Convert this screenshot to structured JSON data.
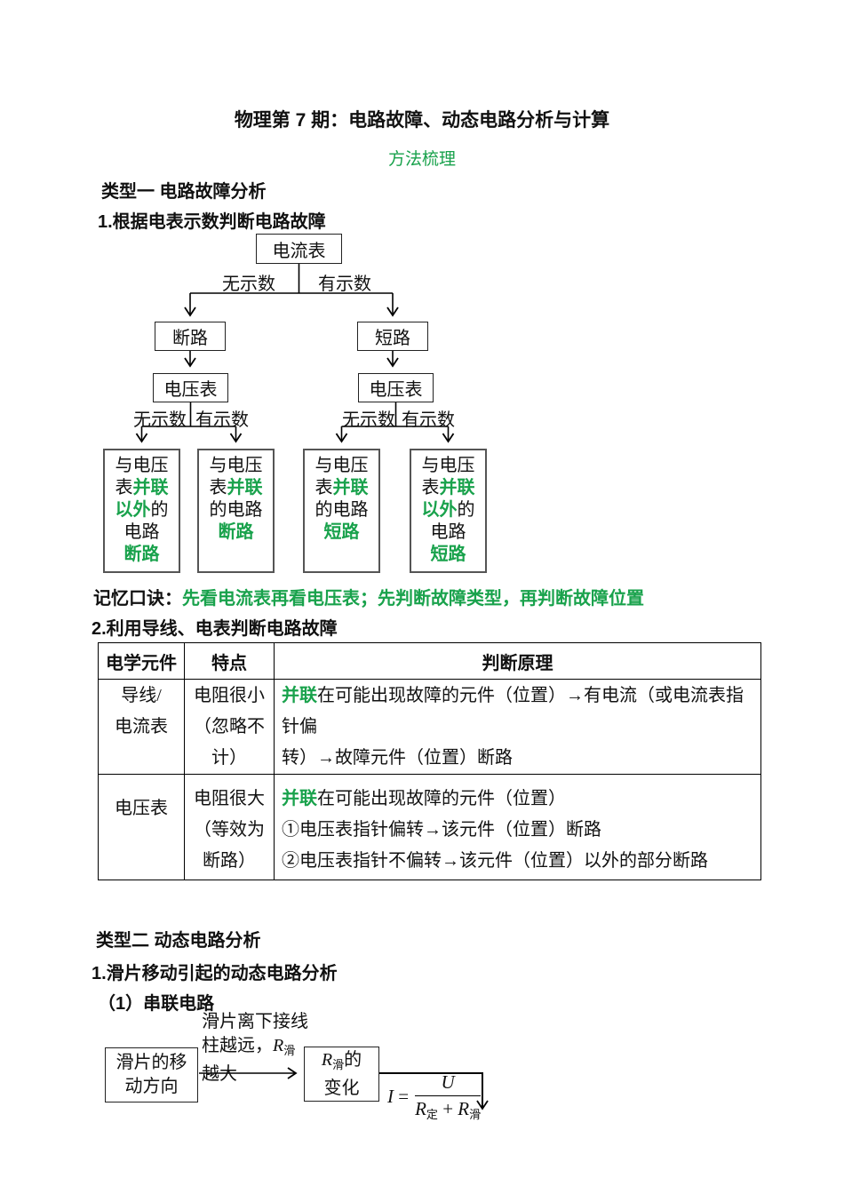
{
  "colors": {
    "accent_green": "#19a24c"
  },
  "header": {
    "title": "物理第 7 期：电路故障、动态电路分析与计算",
    "subtitle": "方法梳理"
  },
  "sections": {
    "type1_heading": "类型一 电路故障分析",
    "type1_sub1": "1.根据电表示数判断电路故障",
    "mnemonic_label": "记忆口诀：",
    "mnemonic_text": "先看电流表再看电压表；先判断故障类型，再判断故障位置",
    "type1_sub2": "2.利用导线、电表判断电路故障",
    "type2_heading": "类型二 动态电路分析",
    "type2_sub1": "1.滑片移动引起的动态电路分析",
    "type2_sub1a": "（1）串联电路"
  },
  "flowchart1": {
    "ammeter": "电流表",
    "no_reading": "无示数",
    "has_reading": "有示数",
    "open_circuit": "断路",
    "short_circuit": "短路",
    "voltmeter": "电压表",
    "result1": [
      [
        {
          "t": "与电压"
        }
      ],
      [
        {
          "t": "表"
        },
        {
          "t": "并联",
          "g": true
        }
      ],
      [
        {
          "t": "以外",
          "g": true
        },
        {
          "t": "的"
        }
      ],
      [
        {
          "t": "电路"
        }
      ],
      [
        {
          "t": "断路",
          "g": true
        }
      ]
    ],
    "result2": [
      [
        {
          "t": "与电压"
        }
      ],
      [
        {
          "t": "表"
        },
        {
          "t": "并联",
          "g": true
        }
      ],
      [
        {
          "t": "的电路"
        }
      ],
      [
        {
          "t": "断路",
          "g": true
        }
      ]
    ],
    "result3": [
      [
        {
          "t": "与电压"
        }
      ],
      [
        {
          "t": "表"
        },
        {
          "t": "并联",
          "g": true
        }
      ],
      [
        {
          "t": "的电路"
        }
      ],
      [
        {
          "t": "短路",
          "g": true
        }
      ]
    ],
    "result4": [
      [
        {
          "t": "与电压"
        }
      ],
      [
        {
          "t": "表"
        },
        {
          "t": "并联",
          "g": true
        }
      ],
      [
        {
          "t": "以外",
          "g": true
        },
        {
          "t": "的"
        }
      ],
      [
        {
          "t": "电路"
        }
      ],
      [
        {
          "t": "短路",
          "g": true
        }
      ]
    ]
  },
  "table": {
    "headers": [
      "电学元件",
      "特点",
      "判断原理"
    ],
    "rows": [
      {
        "component": [
          [
            {
              "t": "导线/"
            }
          ],
          [
            {
              "t": "电流表"
            }
          ]
        ],
        "feature": [
          [
            {
              "t": "电阻很小"
            }
          ],
          [
            {
              "t": "（忽略不"
            }
          ],
          [
            {
              "t": "计）"
            }
          ]
        ],
        "principle": [
          [
            {
              "t": "并联",
              "g": true
            },
            {
              "t": "在可能出现故障的元件（位置）→有电流（或电流表指针偏"
            }
          ],
          [
            {
              "t": "转）→故障元件（位置）断路"
            }
          ]
        ]
      },
      {
        "component": [
          [
            {
              "t": "电压表"
            }
          ]
        ],
        "feature": [
          [
            {
              "t": "电阻很大"
            }
          ],
          [
            {
              "t": "（等效为"
            }
          ],
          [
            {
              "t": "断路）"
            }
          ]
        ],
        "principle": [
          [
            {
              "t": "并联",
              "g": true
            },
            {
              "t": "在可能出现故障的元件（位置）"
            }
          ],
          [
            {
              "t": "①电压表指针偏转→该元件（位置）断路"
            }
          ],
          [
            {
              "t": "②电压表指针不偏转→该元件（位置）以外的部分断路"
            }
          ]
        ]
      }
    ]
  },
  "flowchart2": {
    "box_direction": [
      [
        {
          "t": "滑片的移"
        }
      ],
      [
        {
          "t": "动方向"
        }
      ]
    ],
    "arrow_label": [
      [
        {
          "t": "滑片离下接线"
        }
      ],
      [
        {
          "t": "柱越远，"
        },
        {
          "t": "R",
          "i": true
        },
        {
          "t": "滑",
          "s": true
        }
      ],
      [
        {
          "t": "越大"
        }
      ]
    ],
    "box_rchange": [
      [
        {
          "t": "R",
          "i": true
        },
        {
          "t": "滑",
          "s": true
        },
        {
          "t": "的"
        }
      ],
      [
        {
          "t": "变化"
        }
      ]
    ],
    "formula": {
      "lhs": [
        {
          "t": "I",
          "i": true
        },
        {
          "t": " = "
        }
      ],
      "num": [
        {
          "t": "U",
          "i": true
        }
      ],
      "den": [
        {
          "t": "R",
          "i": true
        },
        {
          "t": "定",
          "s": true
        },
        {
          "t": " + "
        },
        {
          "t": "R",
          "i": true
        },
        {
          "t": "滑",
          "s": true
        }
      ]
    }
  }
}
